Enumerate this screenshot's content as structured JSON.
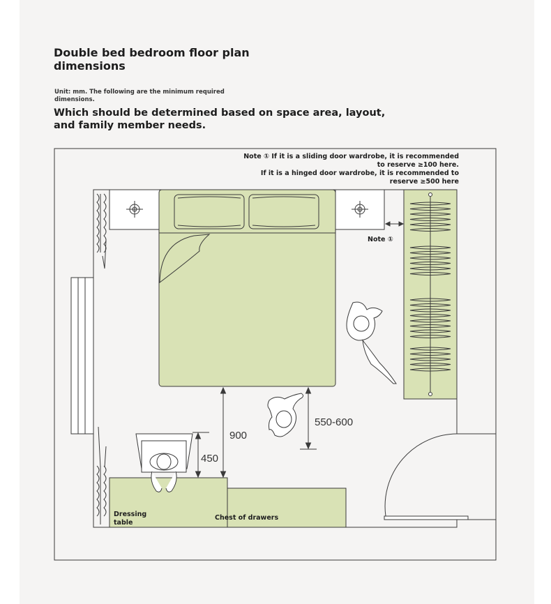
{
  "title": "Double bed bedroom floor plan dimensions",
  "unit_note": "Unit: mm. The following are the minimum required dimensions.",
  "subtitle": "Which should be determined based on space area, layout, and family member needs.",
  "note_sliding": "Note ① If it is a sliding door wardrobe, it is recommended to reserve ≥100 here.",
  "note_hinged": "If it is a hinged door wardrobe, it is recommended to reserve ≥500 here",
  "note_marker": "Note ①",
  "dimensions": {
    "bed_to_dresser": "900",
    "stool_clearance": "450",
    "bed_to_person": "550-600"
  },
  "labels": {
    "dressing_table_line1": "Dressing",
    "dressing_table_line2": "table",
    "chest_of_drawers": "Chest of drawers"
  },
  "colors": {
    "furniture_fill": "#d9e2b5",
    "line": "#3a3a3a",
    "background": "#f5f4f3"
  }
}
